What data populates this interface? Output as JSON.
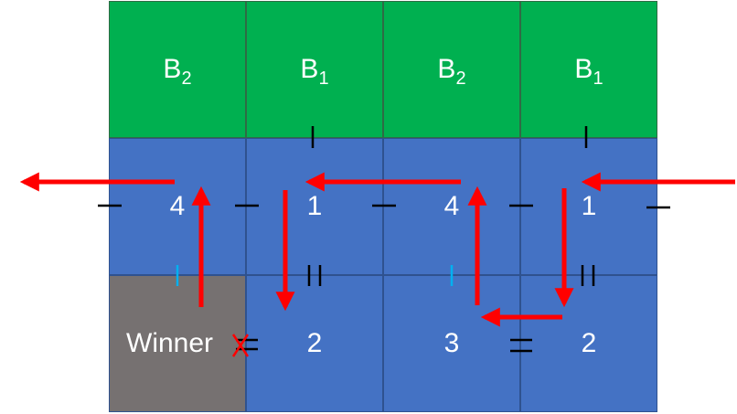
{
  "header_row": [
    {
      "letter": "B",
      "subscript": "2"
    },
    {
      "letter": "B",
      "subscript": "1"
    },
    {
      "letter": "B",
      "subscript": "2"
    },
    {
      "letter": "B",
      "subscript": "1"
    }
  ],
  "middle_row": [
    "4",
    "1",
    "4",
    "1"
  ],
  "bottom_row": [
    "Winner",
    "2",
    "3",
    "2"
  ],
  "marks": {
    "single_tick": "|",
    "double_tick": "||",
    "dash": "—",
    "equals": "=",
    "cross": "X"
  },
  "colors": {
    "header_fill": "#00b050",
    "cell_fill": "#4472c4",
    "winner_fill": "#767171",
    "arrow": "#ff0000",
    "light_tick": "#00b0f0"
  }
}
